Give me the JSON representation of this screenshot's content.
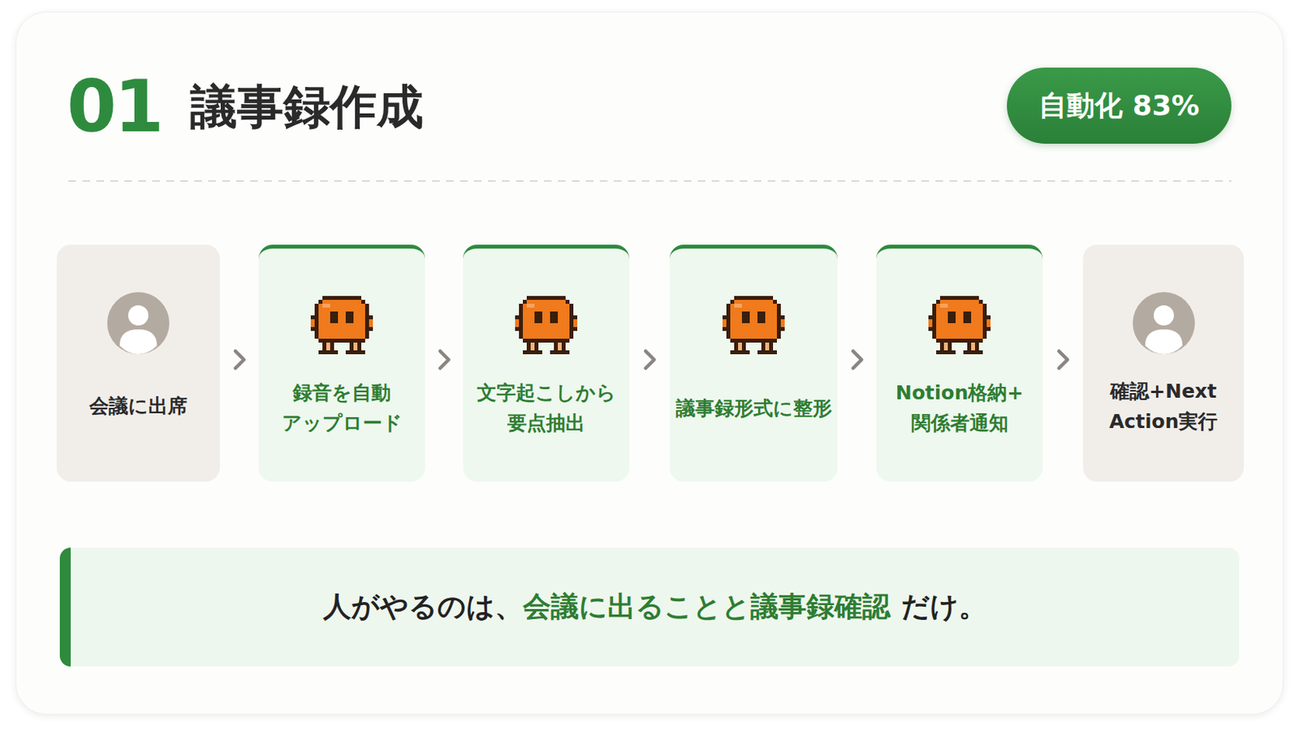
{
  "diagram": {
    "title": "議事録作成",
    "nodes": [
      {
        "text": [
          "自動化 83%"
        ]
      },
      {
        "text": [
          "会議に出席"
        ]
      },
      {
        "text": [
          "録音を自動 アップロード"
        ]
      },
      {
        "text": [
          "文字起こしから 要点抽出"
        ]
      },
      {
        "text": [
          "議事録形式に整形"
        ]
      },
      {
        "text": [
          "Notion格納+ 関係者通知"
        ]
      },
      {
        "text": [
          "確認+Next Action実行"
        ]
      },
      {
        "text": [
          "人がやるのは、",
          "会議に出ることと議事録確認",
          "だけ。"
        ]
      }
    ],
    "edges": [
      {
        "from": 1,
        "to": 2,
        "arrow": "to"
      },
      {
        "from": 2,
        "to": 3,
        "arrow": "to"
      },
      {
        "from": 3,
        "to": 4,
        "arrow": "to"
      },
      {
        "from": 4,
        "to": 5,
        "arrow": "to"
      },
      {
        "from": 5,
        "to": 6,
        "arrow": "to"
      }
    ],
    "labels": [
      "01"
    ]
  }
}
